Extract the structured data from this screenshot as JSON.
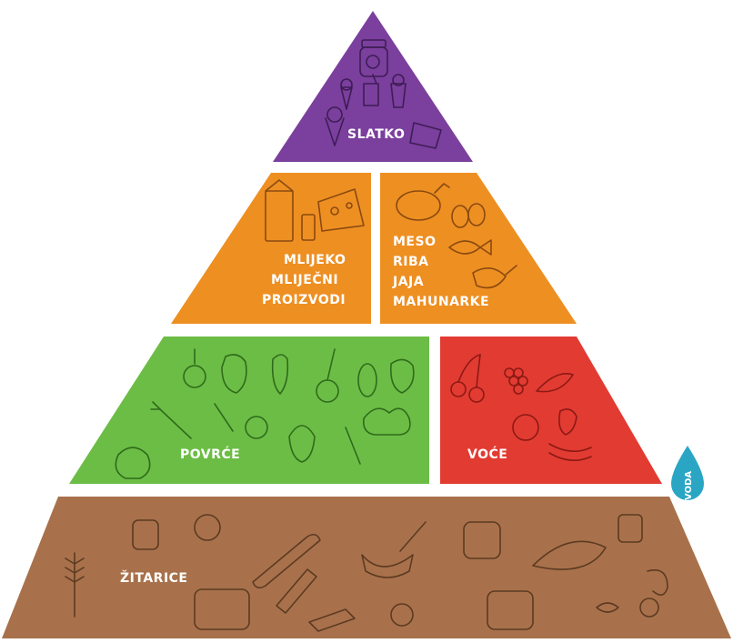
{
  "pyramid": {
    "sweets": {
      "label": "SLATKO",
      "color": "#7b3f9e"
    },
    "dairy": {
      "lines": [
        "MLIJEKO",
        "MLIJEČNI",
        "PROIZVODI"
      ],
      "color": "#ee8f22"
    },
    "protein": {
      "lines": [
        "MESO",
        "RIBA",
        "JAJA",
        "MAHUNARKE"
      ],
      "color": "#ee8f22"
    },
    "vegetables": {
      "label": "POVRĆE",
      "color": "#6cbd45"
    },
    "fruit": {
      "label": "VOĆE",
      "color": "#e23b32"
    },
    "grains": {
      "label": "ŽITARICE",
      "color": "#a8714b"
    },
    "water": {
      "label": "VODA",
      "color": "#2aa6c4"
    }
  }
}
